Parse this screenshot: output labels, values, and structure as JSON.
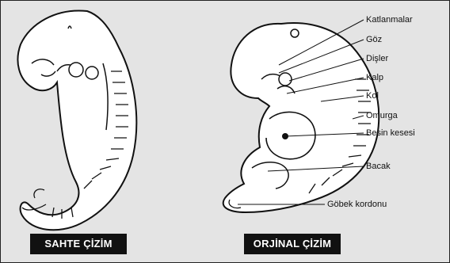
{
  "captions": {
    "fake": "SAHTE ÇİZİM",
    "original": "ORJİNAL ÇİZİM"
  },
  "labels": {
    "katlanmalar": "Katlanmalar",
    "goz": "Göz",
    "disler": "Dişler",
    "kalp": "Kalp",
    "kol": "Kol",
    "omurga": "Omurga",
    "besin_kesesi": "Besin kesesi",
    "bacak": "Bacak",
    "gobek_kordonu": "Göbek kordonu"
  },
  "colors": {
    "background": "#e4e4e4",
    "drawing": "#111111",
    "caption_bg": "#111111",
    "caption_text": "#ffffff"
  }
}
